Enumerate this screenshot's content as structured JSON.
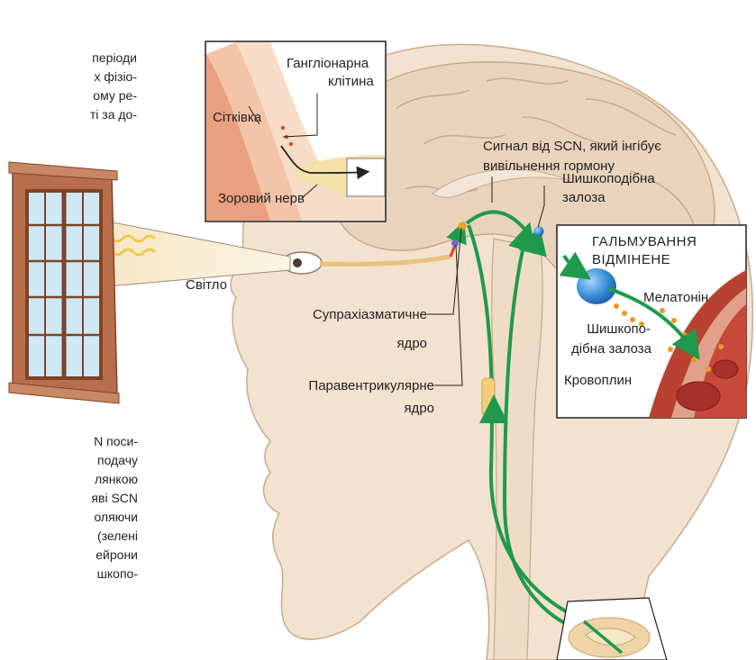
{
  "left_text_top": [
    "періоди",
    "х фізіо-",
    "ому ре-",
    "ті за до-"
  ],
  "left_text_bottom": [
    "N поси-",
    "подачу",
    "лянкою",
    "яві SCN",
    "оляючи",
    "(зелені",
    "ейрони",
    "шкопо-"
  ],
  "labels": {
    "ganglion_1": "Гангліонарна",
    "ganglion_2": "клітина",
    "retina": "Сітківка",
    "optic_nerve": "Зоровий нерв",
    "light": "Світло",
    "scn_1": "Супрахіазматичне",
    "scn_2": "ядро",
    "pvn_1": "Паравентрикулярне",
    "pvn_2": "ядро",
    "signal_1": "Сигнал від SCN, який інгібує",
    "signal_2": "вивільнення гормону",
    "pineal_1": "Шишкоподібна",
    "pineal_2": "залоза",
    "inset_title_1": "ГАЛЬМУВАННЯ",
    "inset_title_2": "ВІДМІНЕНЕ",
    "melatonin": "Мелатонін",
    "pineal_inset_1": "Шишкопо-",
    "pineal_inset_2": "дібна залоза",
    "blood": "Кровоплин"
  },
  "colors": {
    "pathway_green": "#1f9a4c",
    "skin": "#f2e2cf",
    "brain": "#ead3bd",
    "window_frame": "#b86e4d",
    "glass": "#cfe8f6",
    "pineal_blue": "#3b8fd8",
    "melatonin_orange": "#e89a2a",
    "vessel_red": "#b8412f"
  }
}
